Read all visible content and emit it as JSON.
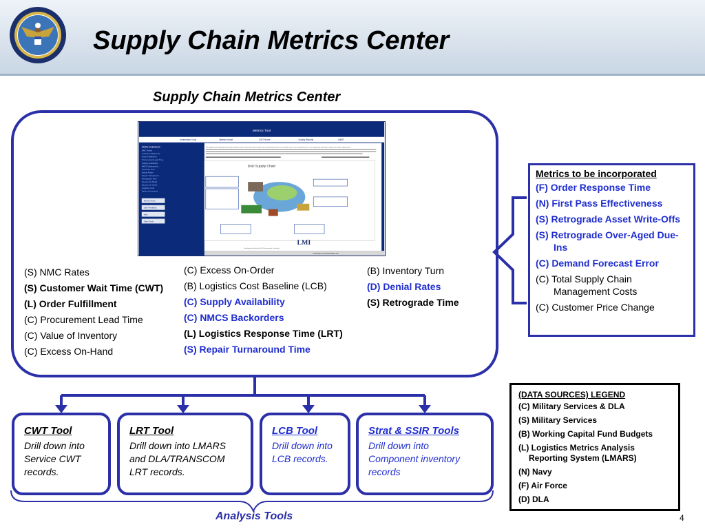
{
  "header": {
    "title": "Supply Chain Metrics Center"
  },
  "diagram": {
    "subtitle": "Supply Chain Metrics Center",
    "metrics_col1": [
      {
        "text": "(S) NMC Rates",
        "style": "normal"
      },
      {
        "text": "(S) Customer Wait Time (CWT)",
        "style": "bold"
      },
      {
        "text": "(L) Order Fulfillment",
        "style": "bold"
      },
      {
        "text": "(C) Procurement Lead Time",
        "style": "normal"
      },
      {
        "text": "(C) Value of Inventory",
        "style": "normal"
      },
      {
        "text": "(C) Excess On-Hand",
        "style": "normal"
      }
    ],
    "metrics_col2": [
      {
        "text": "(C) Excess On-Order",
        "style": "normal"
      },
      {
        "text": "(B) Logistics Cost Baseline (LCB)",
        "style": "normal"
      },
      {
        "text": "(C) Supply Availability",
        "style": "blue"
      },
      {
        "text": "(C) NMCS Backorders",
        "style": "blue"
      },
      {
        "text": "(L) Logistics Response Time (LRT)",
        "style": "bold"
      },
      {
        "text": "(S) Repair Turnaround Time",
        "style": "blue"
      }
    ],
    "metrics_col3": [
      {
        "text": "(B) Inventory Turn",
        "style": "normal"
      },
      {
        "text": "(D) Denial Rates",
        "style": "blue"
      },
      {
        "text": "(S) Retrograde Time",
        "style": "bold"
      }
    ]
  },
  "screenshot": {
    "window_title": "Metrics Tool",
    "nav_tabs": [
      "Information Tools",
      "Metrics Home",
      "CWT Home",
      "Quality Reports",
      "LMMT"
    ],
    "side_heading": "Metric Selections",
    "side_links": [
      "NMC Rates",
      "Customer Wait Time",
      "Order Fulfillment",
      "Procurement Lead Time",
      "Supply Availability",
      "NMCS Backorders",
      "Inventory Turn",
      "Denial Rates",
      "Repair Turnaround",
      "Retrograde Time",
      "Excess On-Hand",
      "Excess On-Order",
      "Logistics Cost",
      "Value of Inventory"
    ],
    "side_buttons": [
      "Metrics Home",
      "User Feedback",
      "Help",
      "Other Tools"
    ],
    "intro_text": "The Supply Chain Integration (SCI) Office within the Office of the Secretary of Defense has developed this web site to provide easier access to performance, cost, and general information relating to the DoD supply system.",
    "chain_title": "DoD Supply Chain",
    "lmi_logo": "LMI",
    "footer_text": "Developed and hosted by LMI Government Consulting",
    "status_text": "Local intranet | Protected Mode: Off"
  },
  "metrics_panel": {
    "heading": "Metrics to be incorporated",
    "items": [
      {
        "text": "(F) Order Response Time",
        "style": "blue"
      },
      {
        "text": "(N) First Pass Effectiveness",
        "style": "blue"
      },
      {
        "text": "(S) Retrograde Asset Write-Offs",
        "style": "blue"
      },
      {
        "text": "(S) Retrograde Over-Aged Due-Ins",
        "style": "blue"
      },
      {
        "text": "(C) Demand Forecast Error",
        "style": "blue"
      },
      {
        "text": "(C) Total Supply Chain Management Costs",
        "style": "normal"
      },
      {
        "text": "(C) Customer Price Change",
        "style": "normal"
      }
    ]
  },
  "tools": [
    {
      "title": "CWT Tool",
      "desc": "Drill down into Service CWT records.",
      "title_color": "#000000"
    },
    {
      "title": "LRT Tool",
      "desc": "Drill down into LMARS and DLA/TRANSCOM LRT records.",
      "title_color": "#000000"
    },
    {
      "title": "LCB Tool",
      "desc": "Drill down into LCB records.",
      "title_color": "#1f2dcf"
    },
    {
      "title": "Strat  & SSIR Tools",
      "desc": "Drill down into Component inventory records",
      "title_color": "#1f2dcf"
    }
  ],
  "analysis_label": "Analysis Tools",
  "legend": {
    "heading": "(DATA SOURCES) LEGEND",
    "items": [
      "(C) Military Services & DLA",
      "(S) Military Services",
      "(B) Working Capital Fund Budgets",
      "(L) Logistics Metrics Analysis Reporting System (LMARS)",
      "(N) Navy",
      "(F) Air Force",
      "(D) DLA"
    ]
  },
  "page_number": "4",
  "colors": {
    "accent": "#2b2fa8",
    "highlight_text": "#1f2dcf",
    "screen_bg": "#0b2a7a"
  }
}
